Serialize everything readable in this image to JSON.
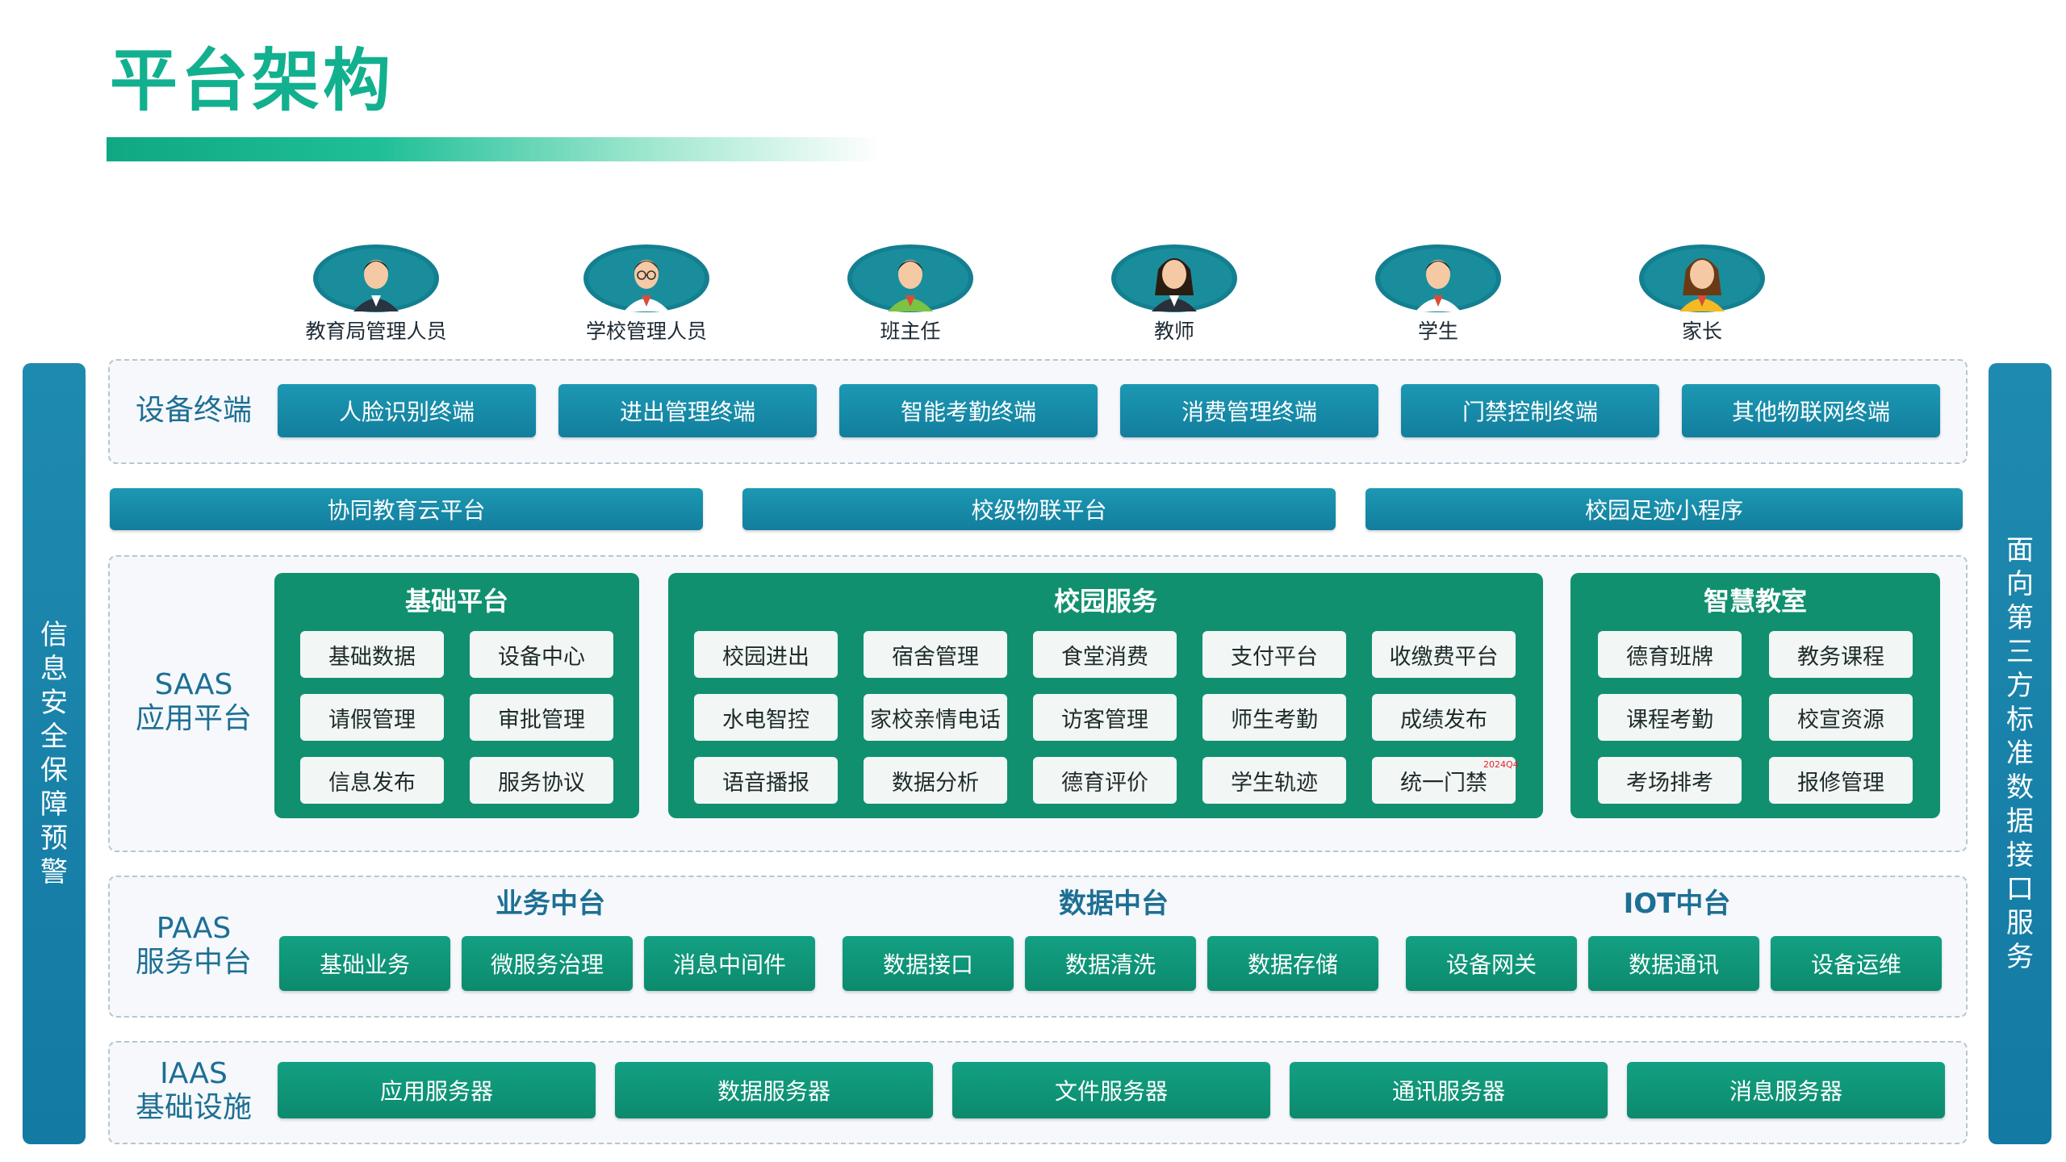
{
  "title": "平台架构",
  "colors": {
    "teal": "#137aa3",
    "green": "#10906f",
    "title": "#12b08f"
  },
  "users": [
    {
      "label": "教育局管理人员",
      "icon": "male-admin-icon"
    },
    {
      "label": "学校管理人员",
      "icon": "glasses-man-icon"
    },
    {
      "label": "班主任",
      "icon": "man-green-shirt-icon"
    },
    {
      "label": "教师",
      "icon": "woman-teacher-icon"
    },
    {
      "label": "学生",
      "icon": "student-icon"
    },
    {
      "label": "家长",
      "icon": "woman-parent-icon"
    }
  ],
  "left_pillar": "信息安全 保障预警",
  "right_pillar": "面向第三方标准数据接口服务",
  "devices": {
    "label": "设备终端",
    "items": [
      "人脸识别终端",
      "进出管理终端",
      "智能考勤终端",
      "消费管理终端",
      "门禁控制终端",
      "其他物联网终端"
    ]
  },
  "platforms": [
    "协同教育云平台",
    "校级物联平台",
    "校园足迹小程序"
  ],
  "saas": {
    "label_line1": "SAAS",
    "label_line2": "应用平台",
    "groups": [
      {
        "title": "基础平台",
        "items": [
          "基础数据",
          "设备中心",
          "请假管理",
          "审批管理",
          "信息发布",
          "服务协议"
        ]
      },
      {
        "title": "校园服务",
        "items": [
          "校园进出",
          "宿舍管理",
          "食堂消费",
          "支付平台",
          "收缴费平台",
          "水电智控",
          "家校亲情电话",
          "访客管理",
          "师生考勤",
          "成绩发布",
          "语音播报",
          "数据分析",
          "德育评价",
          "学生轨迹",
          "统一门禁"
        ],
        "tag": "2024Q4"
      },
      {
        "title": "智慧教室",
        "items": [
          "德育班牌",
          "教务课程",
          "课程考勤",
          "校宣资源",
          "考场排考",
          "报修管理"
        ]
      }
    ]
  },
  "paas": {
    "label_line1": "PAAS",
    "label_line2": "服务中台",
    "hubs": [
      {
        "title": "业务中台",
        "items": [
          "基础业务",
          "微服务治理",
          "消息中间件"
        ]
      },
      {
        "title": "数据中台",
        "items": [
          "数据接口",
          "数据清洗",
          "数据存储"
        ]
      },
      {
        "title": "IOT中台",
        "items": [
          "设备网关",
          "数据通讯",
          "设备运维"
        ]
      }
    ]
  },
  "iaas": {
    "label_line1": "IAAS",
    "label_line2": "基础设施",
    "items": [
      "应用服务器",
      "数据服务器",
      "文件服务器",
      "通讯服务器",
      "消息服务器"
    ]
  }
}
